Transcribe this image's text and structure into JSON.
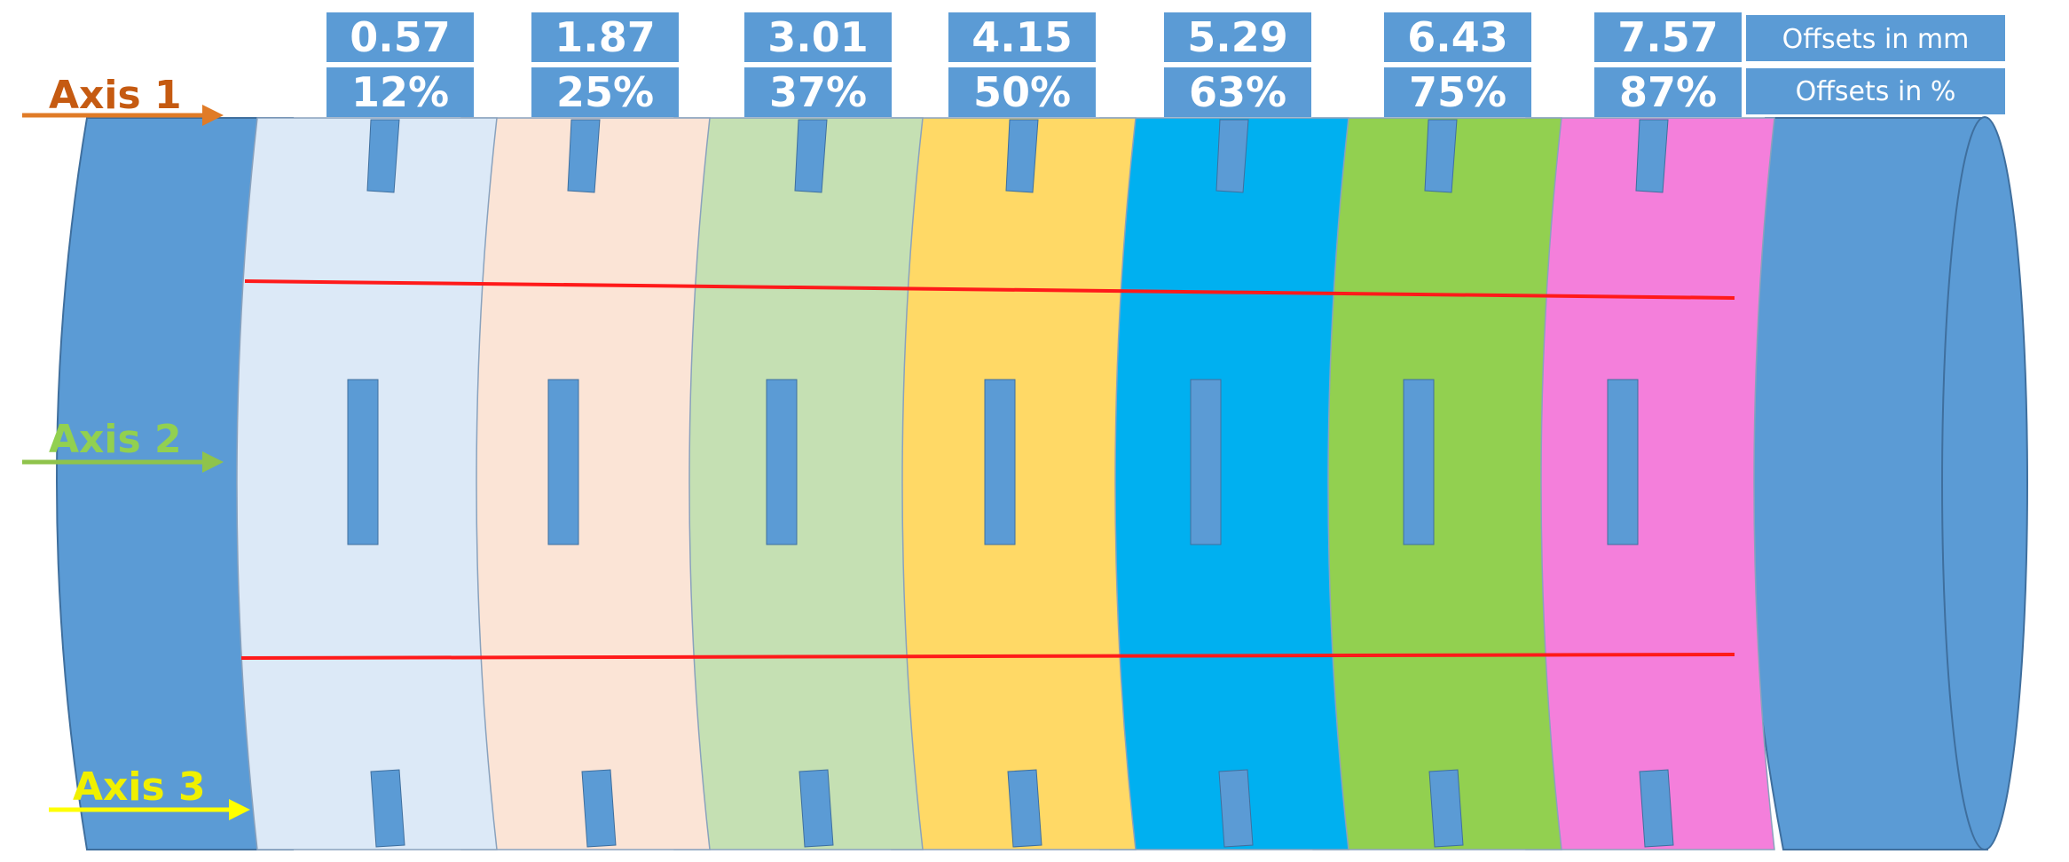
{
  "colors": {
    "cylinder": "#5b9bd5",
    "cylinder_stroke": "#3f6f9e",
    "label_box": "#5b9bd5",
    "label_text": "#ffffff",
    "slot": "#5b9bd5",
    "red_line": "#ff1a1a"
  },
  "header": {
    "mm_label": "Offsets in mm",
    "pct_label": "Offsets in %"
  },
  "axes": [
    {
      "label": "Axis 1",
      "color": "#e07b27",
      "text_color": "#c55a11"
    },
    {
      "label": "Axis 2",
      "color": "#8fc34b",
      "text_color": "#92d050"
    },
    {
      "label": "Axis 3",
      "color": "#ffff00",
      "text_color": "#f0f000"
    }
  ],
  "rings": [
    {
      "mm": "0.57",
      "pct": "12%",
      "color": "#dce9f7"
    },
    {
      "mm": "1.87",
      "pct": "25%",
      "color": "#fbe4d6"
    },
    {
      "mm": "3.01",
      "pct": "37%",
      "color": "#c5e0b3"
    },
    {
      "mm": "4.15",
      "pct": "50%",
      "color": "#ffd966"
    },
    {
      "mm": "5.29",
      "pct": "63%",
      "color": "#00b0f0"
    },
    {
      "mm": "6.43",
      "pct": "75%",
      "color": "#92d050"
    },
    {
      "mm": "7.57",
      "pct": "87%",
      "color": "#f47fdb"
    }
  ]
}
